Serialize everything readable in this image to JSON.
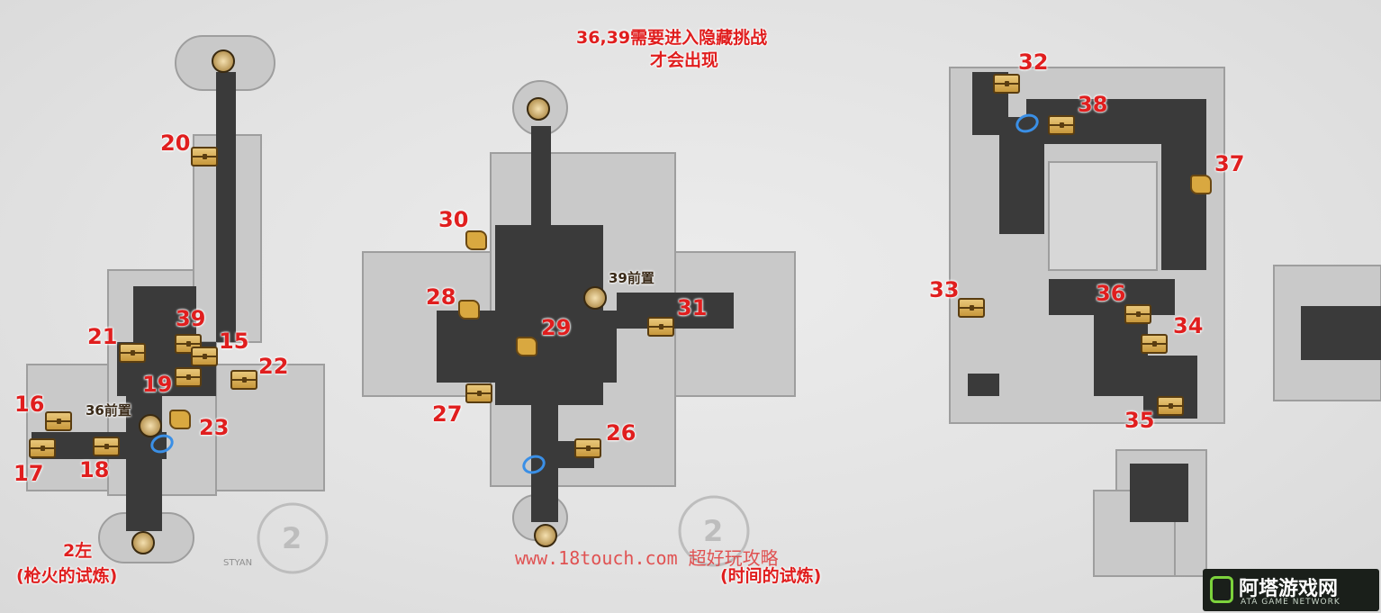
{
  "note": {
    "line1": "36,39需要进入隐藏挑战",
    "line2": "才会出现"
  },
  "left_area": {
    "caption_line1": "2左",
    "caption_line2": "(枪火的试炼)"
  },
  "middle_area": {
    "caption_line2": "(时间的试炼)"
  },
  "watermark": "www.18touch.com 超好玩攻略",
  "tag_36": "36前置",
  "tag_39": "39前置",
  "emblem_text": "2",
  "emblem_sub": "STYAN",
  "numbers": {
    "n15": "15",
    "n16": "16",
    "n17": "17",
    "n18": "18",
    "n19": "19",
    "n20": "20",
    "n21": "21",
    "n22": "22",
    "n23": "23",
    "n26": "26",
    "n27": "27",
    "n28": "28",
    "n29": "29",
    "n30": "30",
    "n31": "31",
    "n32": "32",
    "n33": "33",
    "n34": "34",
    "n35": "35",
    "n36": "36",
    "n37": "37",
    "n38": "38",
    "n39": "39"
  },
  "logo": {
    "main": "阿塔游戏网",
    "sub": "ATA GAME NETWORK"
  },
  "colors": {
    "label": "#e01e1e",
    "floor_dark": "#3a3a3a",
    "wall": "#bdbdbd",
    "chest": "#d8ae55",
    "teleport": "#3a8fe6"
  }
}
